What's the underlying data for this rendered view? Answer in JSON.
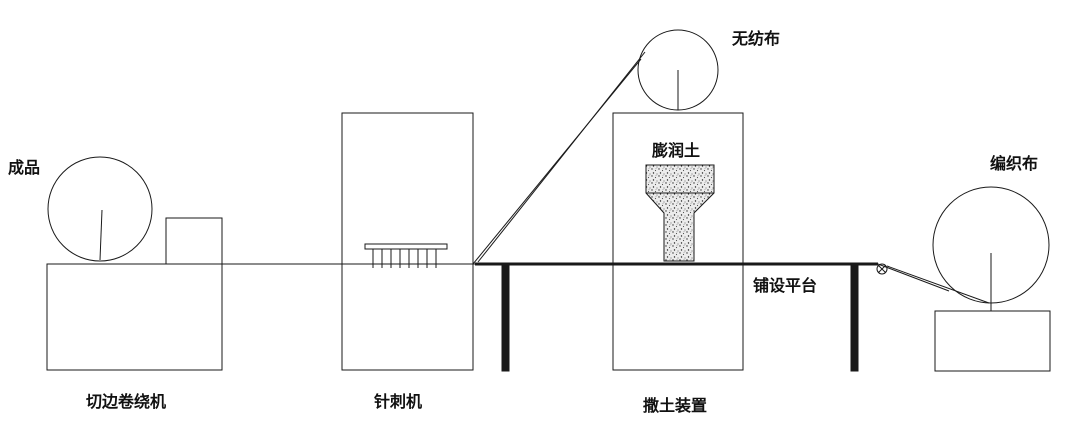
{
  "labels": {
    "finished_product": "成品",
    "edge_cut_winder": "切边卷绕机",
    "needle_punch_machine": "针刺机",
    "nonwoven_fabric": "无纺布",
    "bentonite": "膨润土",
    "laying_platform": "铺设平台",
    "soil_spreading_device": "撒土装置",
    "woven_fabric": "编织布"
  },
  "colors": {
    "line": "#1a1a1a",
    "background": "#ffffff",
    "bentonite_fill": "#d9d9d9"
  }
}
